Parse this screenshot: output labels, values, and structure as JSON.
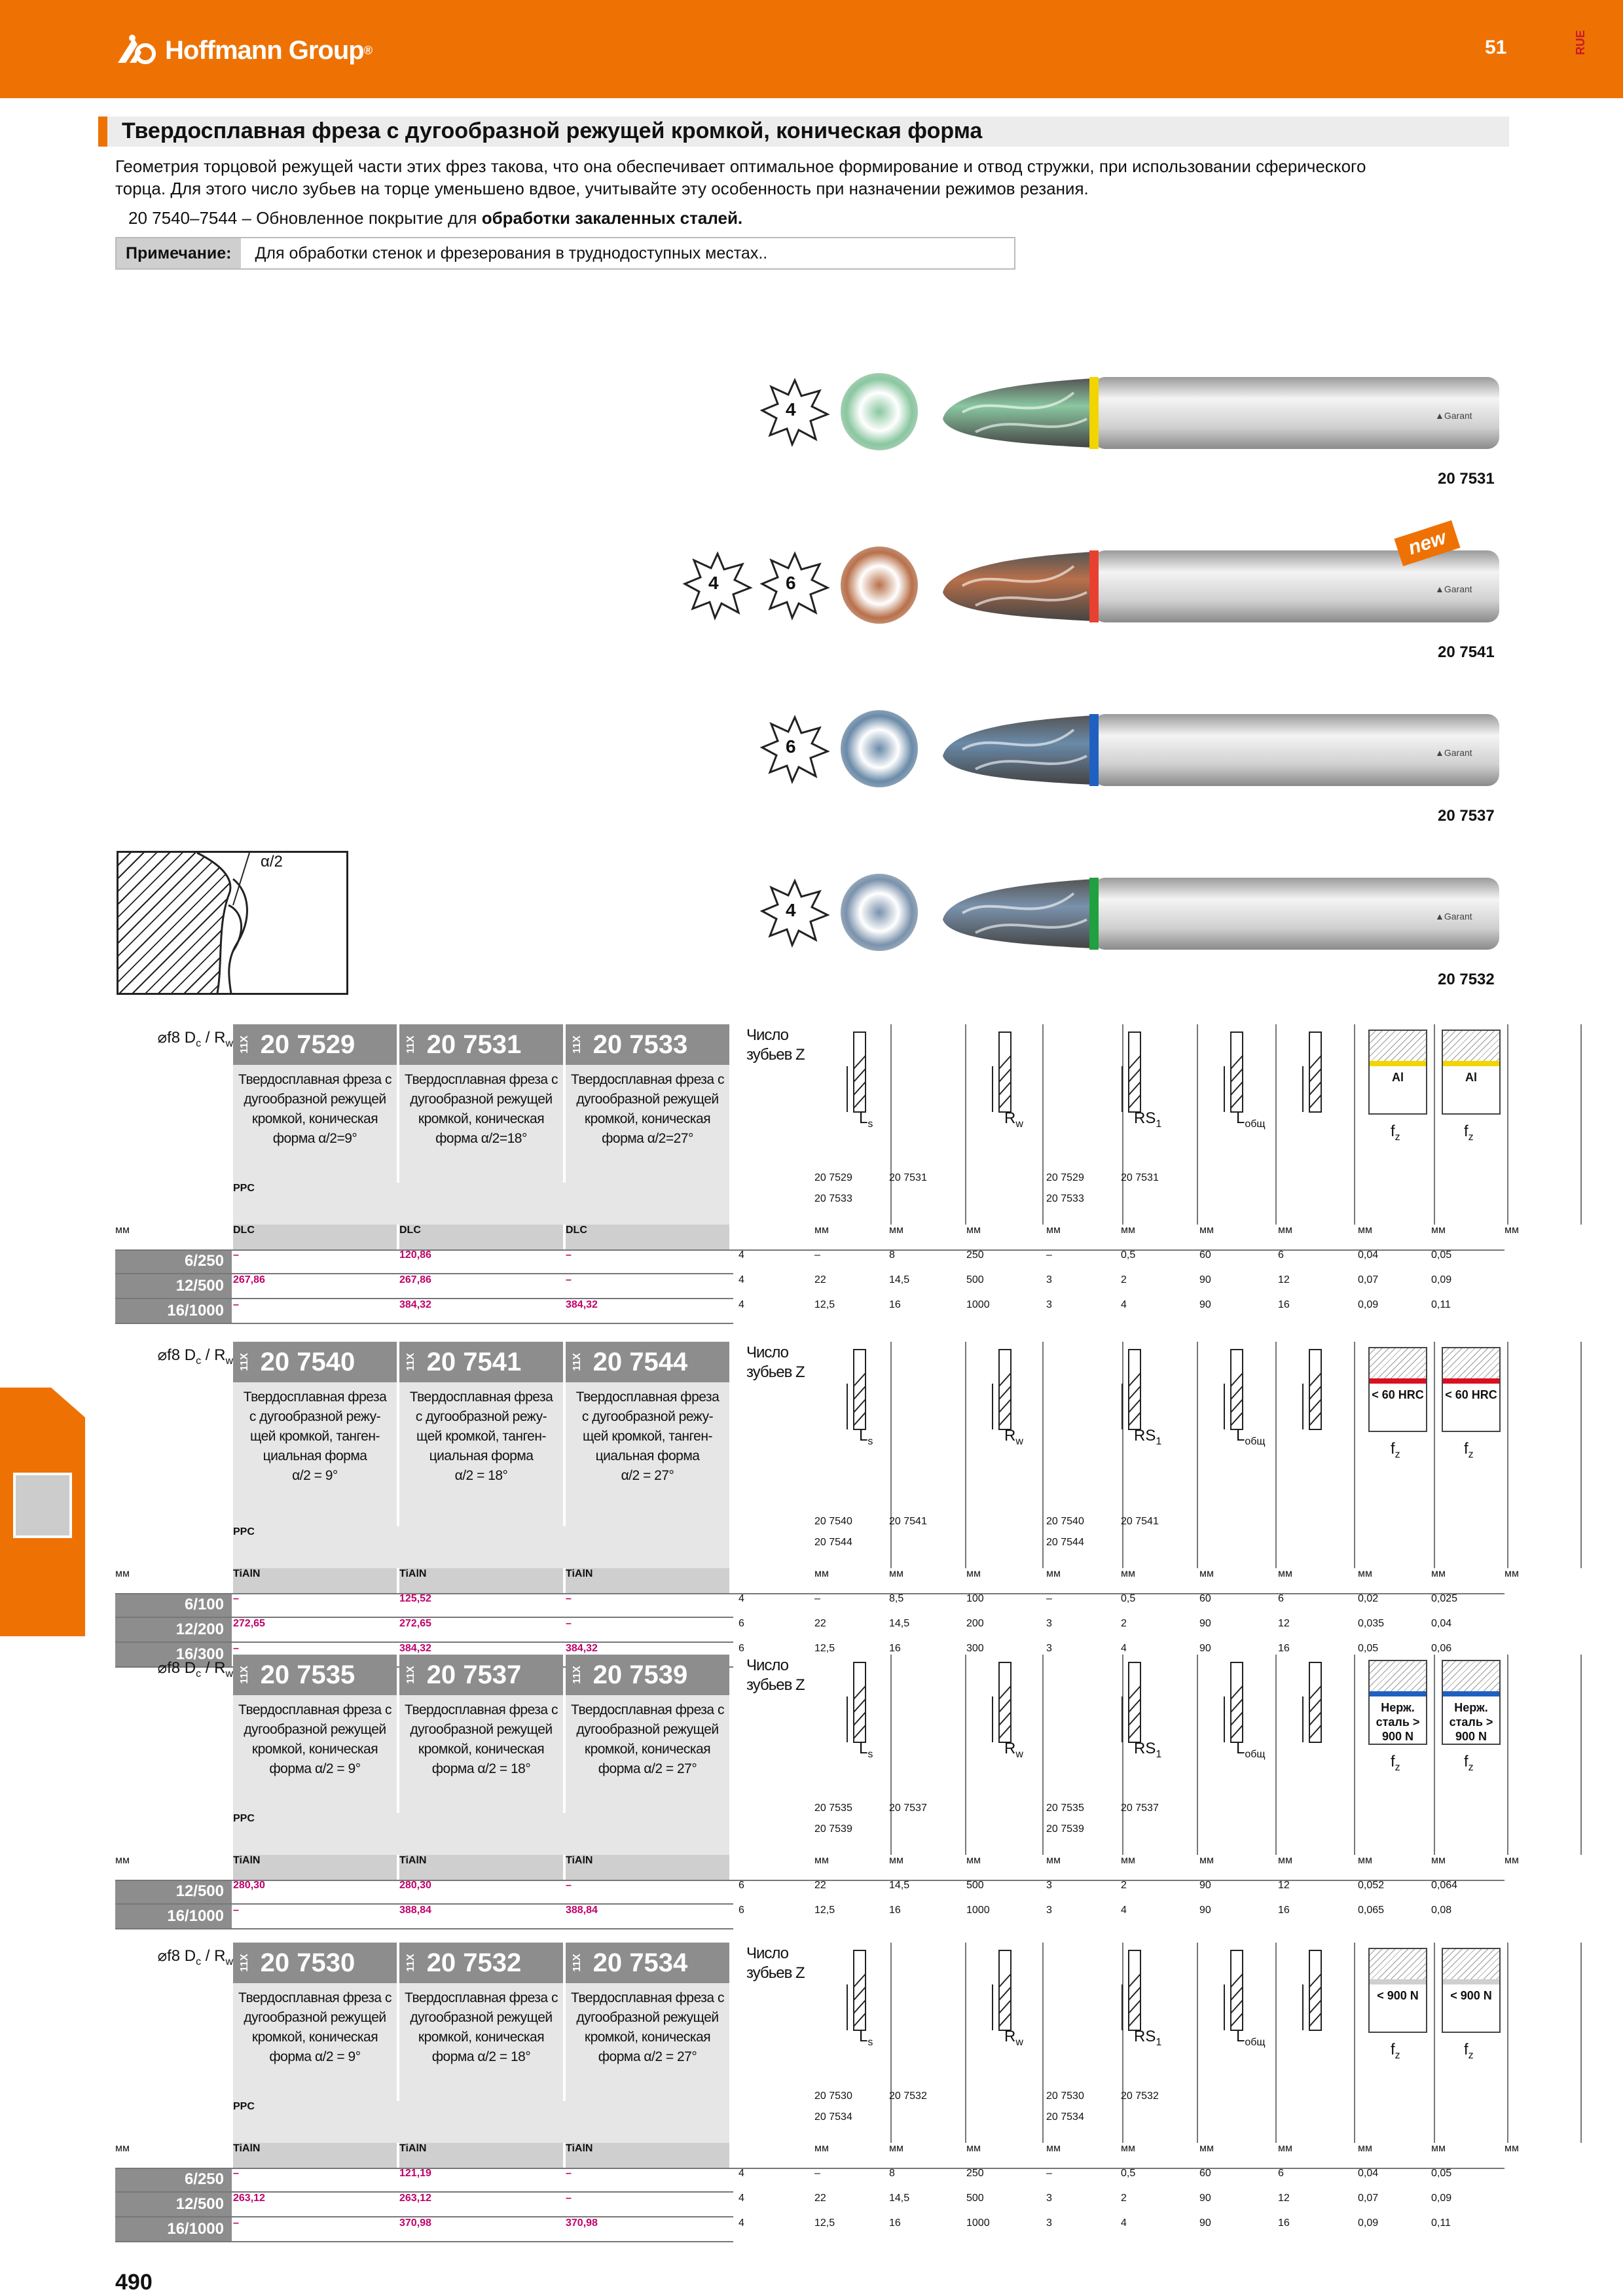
{
  "header": {
    "brand": "Hoffmann Group",
    "brand_mark": "®",
    "page_top": "51",
    "lang": "RUE",
    "page_number": "490"
  },
  "intro": {
    "title": "Твердосплавная фреза с дугообразной режущей кромкой, коническая форма",
    "desc1": "Геометрия торцовой режущей части этих фрез такова, что она обеспечивает оптимальное формирование и отвод стружки, при использовании сферического",
    "desc2": "торца. Для этого число зубьев на торце уменьшено вдвое, учитывайте эту особенность при назначении режимов резания.",
    "coat_range": "20 7540–7544 –",
    "coat_text": "Обновленное покрытие для",
    "coat_bold": "обработки закаленных сталей.",
    "note_label": "Примечание:",
    "note_text": "Для обработки стенок и фрезерования в труднодоступных местах..",
    "new_badge": "new",
    "angle_label": "α/2"
  },
  "tools": [
    {
      "num": "20 7531",
      "teeth": [
        "4"
      ],
      "ring": "#f2d400",
      "body": "#8ac7a0"
    },
    {
      "num": "20 7541",
      "teeth": [
        "4",
        "6"
      ],
      "ring": "#e84030",
      "body": "#b8704a"
    },
    {
      "num": "20 7537",
      "teeth": [
        "6"
      ],
      "ring": "#2060c0",
      "body": "#6a8aa8"
    },
    {
      "num": "20 7532",
      "teeth": [
        "4"
      ],
      "ring": "#20a040",
      "body": "#7a92ac"
    }
  ],
  "common": {
    "dim_label": "⌀f8 D",
    "dim_sub": "c",
    "dim_sep": " / R",
    "dim_sub2": "w",
    "tx": "11X",
    "teeth_label1": "Число",
    "teeth_label2": "зубьев Z",
    "ppc": "PPC",
    "mm": "мм",
    "Ls": "L",
    "Ls_sub": "s",
    "Rw": "R",
    "Rw_sub": "w",
    "RS": "RS",
    "RS_sub": "1",
    "Lob": "L",
    "Lob_sub": "общ",
    "fz": "f",
    "fz_sub": "z"
  },
  "tables": [
    {
      "codes": [
        "20 7529",
        "20 7531",
        "20 7533"
      ],
      "desc": [
        [
          "Твердосплавная фреза с",
          "дугообразной режущей",
          "кромкой, коническая",
          "форма α/2=9°"
        ],
        [
          "Твердосплавная фреза с",
          "дугообразной режущей",
          "кромкой, коническая",
          "форма α/2=18°"
        ],
        [
          "Твердосплавная фреза с",
          "дугообразной режущей",
          "кромкой, коническая",
          "форма α/2=27°"
        ]
      ],
      "coat": [
        "DLC",
        "DLC",
        "DLC"
      ],
      "grpA": [
        "20 7529",
        "20 7533"
      ],
      "grpB": "20 7531",
      "mat": [
        "Al",
        "Al"
      ],
      "matcolor": "#f2d400",
      "rows": [
        {
          "size": "6/250",
          "p": [
            "–",
            "120,86",
            "–"
          ],
          "v": [
            "4",
            "–",
            "8",
            "250",
            "–",
            "0,5",
            "60",
            "6",
            "0,04",
            "0,05"
          ]
        },
        {
          "size": "12/500",
          "p": [
            "267,86",
            "267,86",
            "–"
          ],
          "v": [
            "4",
            "22",
            "14,5",
            "500",
            "3",
            "2",
            "90",
            "12",
            "0,07",
            "0,09"
          ]
        },
        {
          "size": "16/1000",
          "p": [
            "–",
            "384,32",
            "384,32"
          ],
          "v": [
            "4",
            "12,5",
            "16",
            "1000",
            "3",
            "4",
            "90",
            "16",
            "0,09",
            "0,11"
          ]
        }
      ]
    },
    {
      "codes": [
        "20 7540",
        "20 7541",
        "20 7544"
      ],
      "desc": [
        [
          "Твердосплавная фреза",
          "с дугообразной режу-",
          "щей кромкой, танген-",
          "циальная форма",
          "α/2 = 9°"
        ],
        [
          "Твердосплавная фреза",
          "с дугообразной режу-",
          "щей кромкой, танген-",
          "циальная форма",
          "α/2 = 18°"
        ],
        [
          "Твердосплавная фреза",
          "с дугообразной режу-",
          "щей кромкой, танген-",
          "циальная форма",
          "α/2 = 27°"
        ]
      ],
      "coat": [
        "TiAlN",
        "TiAlN",
        "TiAlN"
      ],
      "grpA": [
        "20 7540",
        "20 7544"
      ],
      "grpB": "20 7541",
      "mat": [
        "< 60 HRC",
        "< 60 HRC"
      ],
      "matcolor": "#d81020",
      "rows": [
        {
          "size": "6/100",
          "p": [
            "–",
            "125,52",
            "–"
          ],
          "v": [
            "4",
            "–",
            "8,5",
            "100",
            "–",
            "0,5",
            "60",
            "6",
            "0,02",
            "0,025"
          ]
        },
        {
          "size": "12/200",
          "p": [
            "272,65",
            "272,65",
            "–"
          ],
          "v": [
            "6",
            "22",
            "14,5",
            "200",
            "3",
            "2",
            "90",
            "12",
            "0,035",
            "0,04"
          ]
        },
        {
          "size": "16/300",
          "p": [
            "–",
            "384,32",
            "384,32"
          ],
          "v": [
            "6",
            "12,5",
            "16",
            "300",
            "3",
            "4",
            "90",
            "16",
            "0,05",
            "0,06"
          ]
        }
      ]
    },
    {
      "codes": [
        "20 7535",
        "20 7537",
        "20 7539"
      ],
      "desc": [
        [
          "Твердосплавная фреза с",
          "дугообразной режущей",
          "кромкой, коническая",
          "форма α/2 = 9°"
        ],
        [
          "Твердосплавная фреза с",
          "дугообразной режущей",
          "кромкой, коническая",
          "форма α/2 = 18°"
        ],
        [
          "Твердосплавная фреза с",
          "дугообразной режущей",
          "кромкой, коническая",
          "форма α/2 = 27°"
        ]
      ],
      "coat": [
        "TiAlN",
        "TiAlN",
        "TiAlN"
      ],
      "grpA": [
        "20 7535",
        "20 7539"
      ],
      "grpB": "20 7537",
      "mat": [
        "Нерж. сталь > 900 N",
        "Нерж. сталь > 900 N"
      ],
      "matcolor": "#2060c0",
      "rows": [
        {
          "size": "12/500",
          "p": [
            "280,30",
            "280,30",
            "–"
          ],
          "v": [
            "6",
            "22",
            "14,5",
            "500",
            "3",
            "2",
            "90",
            "12",
            "0,052",
            "0,064"
          ]
        },
        {
          "size": "16/1000",
          "p": [
            "–",
            "388,84",
            "388,84"
          ],
          "v": [
            "6",
            "12,5",
            "16",
            "1000",
            "3",
            "4",
            "90",
            "16",
            "0,065",
            "0,08"
          ]
        }
      ]
    },
    {
      "codes": [
        "20 7530",
        "20 7532",
        "20 7534"
      ],
      "desc": [
        [
          "Твердосплавная фреза с",
          "дугообразной режущей",
          "кромкой, коническая",
          "форма α/2 = 9°"
        ],
        [
          "Твердосплавная фреза с",
          "дугообразной режущей",
          "кромкой, коническая",
          "форма α/2 = 18°"
        ],
        [
          "Твердосплавная фреза с",
          "дугообразной режущей",
          "кромкой, коническая",
          "форма α/2 = 27°"
        ]
      ],
      "coat": [
        "TiAlN",
        "TiAlN",
        "TiAlN"
      ],
      "grpA": [
        "20 7530",
        "20 7534"
      ],
      "grpB": "20 7532",
      "mat": [
        "< 900 N",
        "< 900 N"
      ],
      "matcolor": "#cfcfcf",
      "rows": [
        {
          "size": "6/250",
          "p": [
            "–",
            "121,19",
            "–"
          ],
          "v": [
            "4",
            "–",
            "8",
            "250",
            "–",
            "0,5",
            "60",
            "6",
            "0,04",
            "0,05"
          ]
        },
        {
          "size": "12/500",
          "p": [
            "263,12",
            "263,12",
            "–"
          ],
          "v": [
            "4",
            "22",
            "14,5",
            "500",
            "3",
            "2",
            "90",
            "12",
            "0,07",
            "0,09"
          ]
        },
        {
          "size": "16/1000",
          "p": [
            "–",
            "370,98",
            "370,98"
          ],
          "v": [
            "4",
            "12,5",
            "16",
            "1000",
            "3",
            "4",
            "90",
            "16",
            "0,09",
            "0,11"
          ]
        }
      ]
    }
  ]
}
